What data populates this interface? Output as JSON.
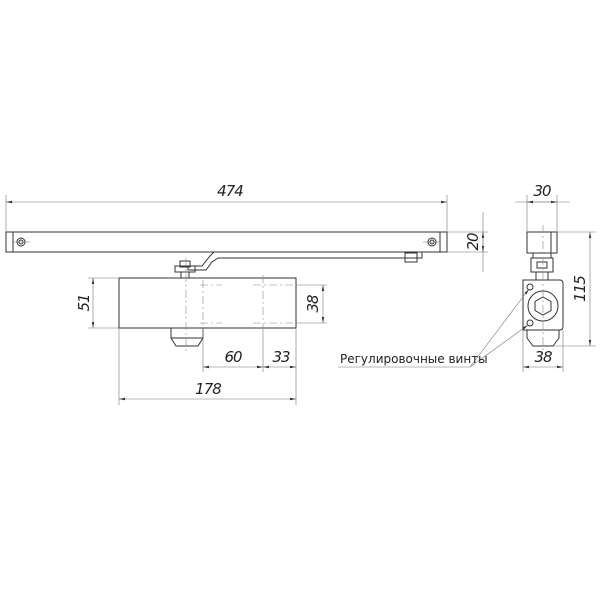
{
  "dimensions": {
    "rail_length": "474",
    "rail_height": "20",
    "rail_depth": "30",
    "body_height": "51",
    "mount_spacing_vertical": "38",
    "mount_spacing_60": "60",
    "mount_offset_33": "33",
    "body_length": "178",
    "side_width": "38",
    "overall_height": "115"
  },
  "labels": {
    "adjustment_screws": "Регулировочные винты"
  }
}
